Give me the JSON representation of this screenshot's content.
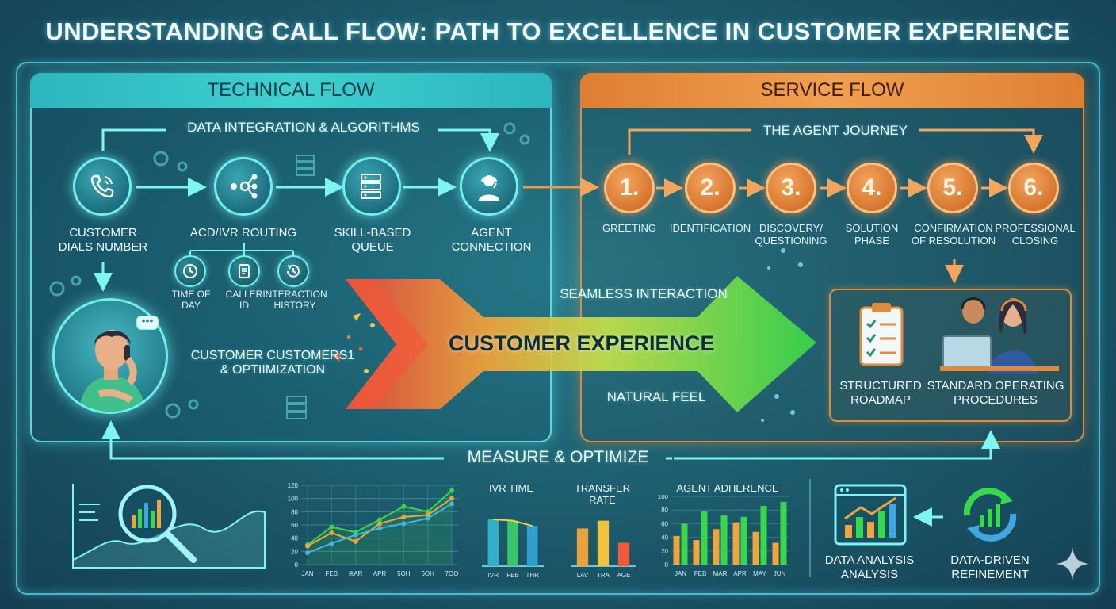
{
  "title": "UNDERSTANDING CALL FLOW: PATH TO EXCELLENCE IN CUSTOMER EXPERIENCE",
  "technical": {
    "header": "TECHNICAL FLOW",
    "data_integration": "DATA INTEGRATION & ALGORITHMS",
    "nodes": [
      {
        "label_1": "CUSTOMER",
        "label_2": "DIALS NUMBER",
        "icon": "phone-icon"
      },
      {
        "label_1": "ACD/IVR ROUTING",
        "label_2": "",
        "icon": "routing-icon"
      },
      {
        "label_1": "SKILL-BASED",
        "label_2": "QUEUE",
        "icon": "server-icon"
      },
      {
        "label_1": "AGENT",
        "label_2": "CONNECTION",
        "icon": "headset-agent-icon"
      }
    ],
    "sub_factors": [
      {
        "label_1": "TIME OF",
        "label_2": "DAY",
        "icon": "clock-icon"
      },
      {
        "label_1": "CALLER",
        "label_2": "ID",
        "icon": "id-card-icon"
      },
      {
        "label_1": "INTERACTION",
        "label_2": "HISTORY",
        "icon": "history-icon"
      }
    ],
    "optimization_1": "CUSTOMER CUSTOMERS1",
    "optimization_2": "& OPTIIMIZATION"
  },
  "center": {
    "main": "CUSTOMER EXPERIENCE",
    "top": "SEAMLESS INTERACTION",
    "bottom": "NATURAL FEEL"
  },
  "service": {
    "header": "SERVICE FLOW",
    "journey": "THE AGENT JOURNEY",
    "steps": [
      {
        "num": "1.",
        "label_1": "GREETING",
        "label_2": ""
      },
      {
        "num": "2.",
        "label_1": "IDENTIFICATION",
        "label_2": ""
      },
      {
        "num": "3.",
        "label_1": "DISCOVERY/",
        "label_2": "QUESTIONING"
      },
      {
        "num": "4.",
        "label_1": "SOLUTION",
        "label_2": "PHASE"
      },
      {
        "num": "5.",
        "label_1": "CONFIRMATION",
        "label_2": "OF RESOLUTION"
      },
      {
        "num": "6.",
        "label_1": "PROFESSIONAL",
        "label_2": "CLOSING"
      }
    ],
    "roadmap_1": "STRUCTURED",
    "roadmap_2": "ROADMAP",
    "sop_1": "STANDARD OPERATING",
    "sop_2": "PROCEDURES"
  },
  "measure": "MEASURE & OPTIMIZE",
  "metrics": {
    "line_chart": {
      "y_ticks": [
        "120",
        "100",
        "80",
        "60",
        "40",
        "20",
        "0"
      ],
      "x_ticks": [
        "JAN",
        "FEB",
        "ℝАR",
        "APR",
        "5OH",
        "6OH",
        "7OO"
      ]
    },
    "ivr_time": {
      "title": "IVR TIME",
      "x_ticks": [
        "IVR",
        "FEB",
        "THR"
      ]
    },
    "transfer_rate": {
      "title": "TRANSFER RATE",
      "x_ticks": [
        "LAV",
        "TRA",
        "AGE"
      ]
    },
    "agent_adherence": {
      "title": "AGENT ADHERENCE",
      "y_ticks": [
        "100",
        "80",
        "60",
        "40",
        "20",
        "0"
      ],
      "x_ticks": [
        "JAN",
        "FEB",
        "MAR",
        "APR",
        "MAY",
        "JUN"
      ]
    },
    "analysis_1": "DATA ANALYSIS",
    "analysis_2": "ANALYSIS",
    "refine_1": "DATA-DRIVEN",
    "refine_2": "REFINEMENT"
  },
  "colors": {
    "tech_accent": "#3fd0cf",
    "service_accent": "#e08a3c",
    "background": "#1d5f70"
  },
  "chart_data": [
    {
      "type": "line",
      "x": [
        "JAN",
        "FEB",
        "ℝАR",
        "APR",
        "5OH",
        "6OH",
        "7OO"
      ],
      "ylim": [
        0,
        120
      ],
      "series": [
        {
          "values": [
            30,
            57,
            49,
            68,
            88,
            80,
            112
          ]
        },
        {
          "values": [
            28,
            48,
            35,
            62,
            72,
            75,
            100
          ]
        },
        {
          "values": [
            18,
            32,
            45,
            55,
            62,
            70,
            92
          ]
        }
      ]
    },
    {
      "type": "bar",
      "title": "IVR TIME",
      "categories": [
        "IVR",
        "FEB",
        "THR"
      ],
      "values": [
        72,
        70,
        62
      ],
      "ylim": [
        0,
        100
      ]
    },
    {
      "type": "bar",
      "title": "TRANSFER RATE",
      "categories": [
        "LAV",
        "TRA",
        "AGE"
      ],
      "values": [
        58,
        70,
        36
      ],
      "ylim": [
        0,
        100
      ]
    },
    {
      "type": "bar",
      "title": "AGENT ADHERENCE",
      "categories": [
        "JAN",
        "FEB",
        "MAR",
        "APR",
        "MAY",
        "JUN"
      ],
      "values": [
        42,
        60,
        36,
        78,
        52,
        72,
        62,
        70,
        48,
        86,
        32,
        92
      ],
      "ylim": [
        0,
        100
      ]
    }
  ]
}
